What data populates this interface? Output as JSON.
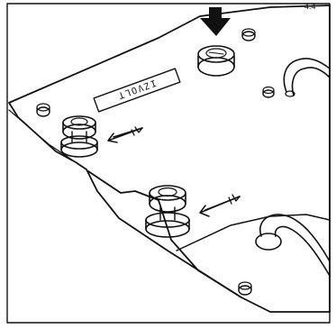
{
  "figure": {
    "panel_label": "IZVOLT",
    "corner_marker": "4.4",
    "colors": {
      "ink": "#111111",
      "background": "#ffffff"
    },
    "icons": [
      "pointer-arrow-down",
      "directional-arrow-left",
      "directional-arrow-left"
    ]
  }
}
